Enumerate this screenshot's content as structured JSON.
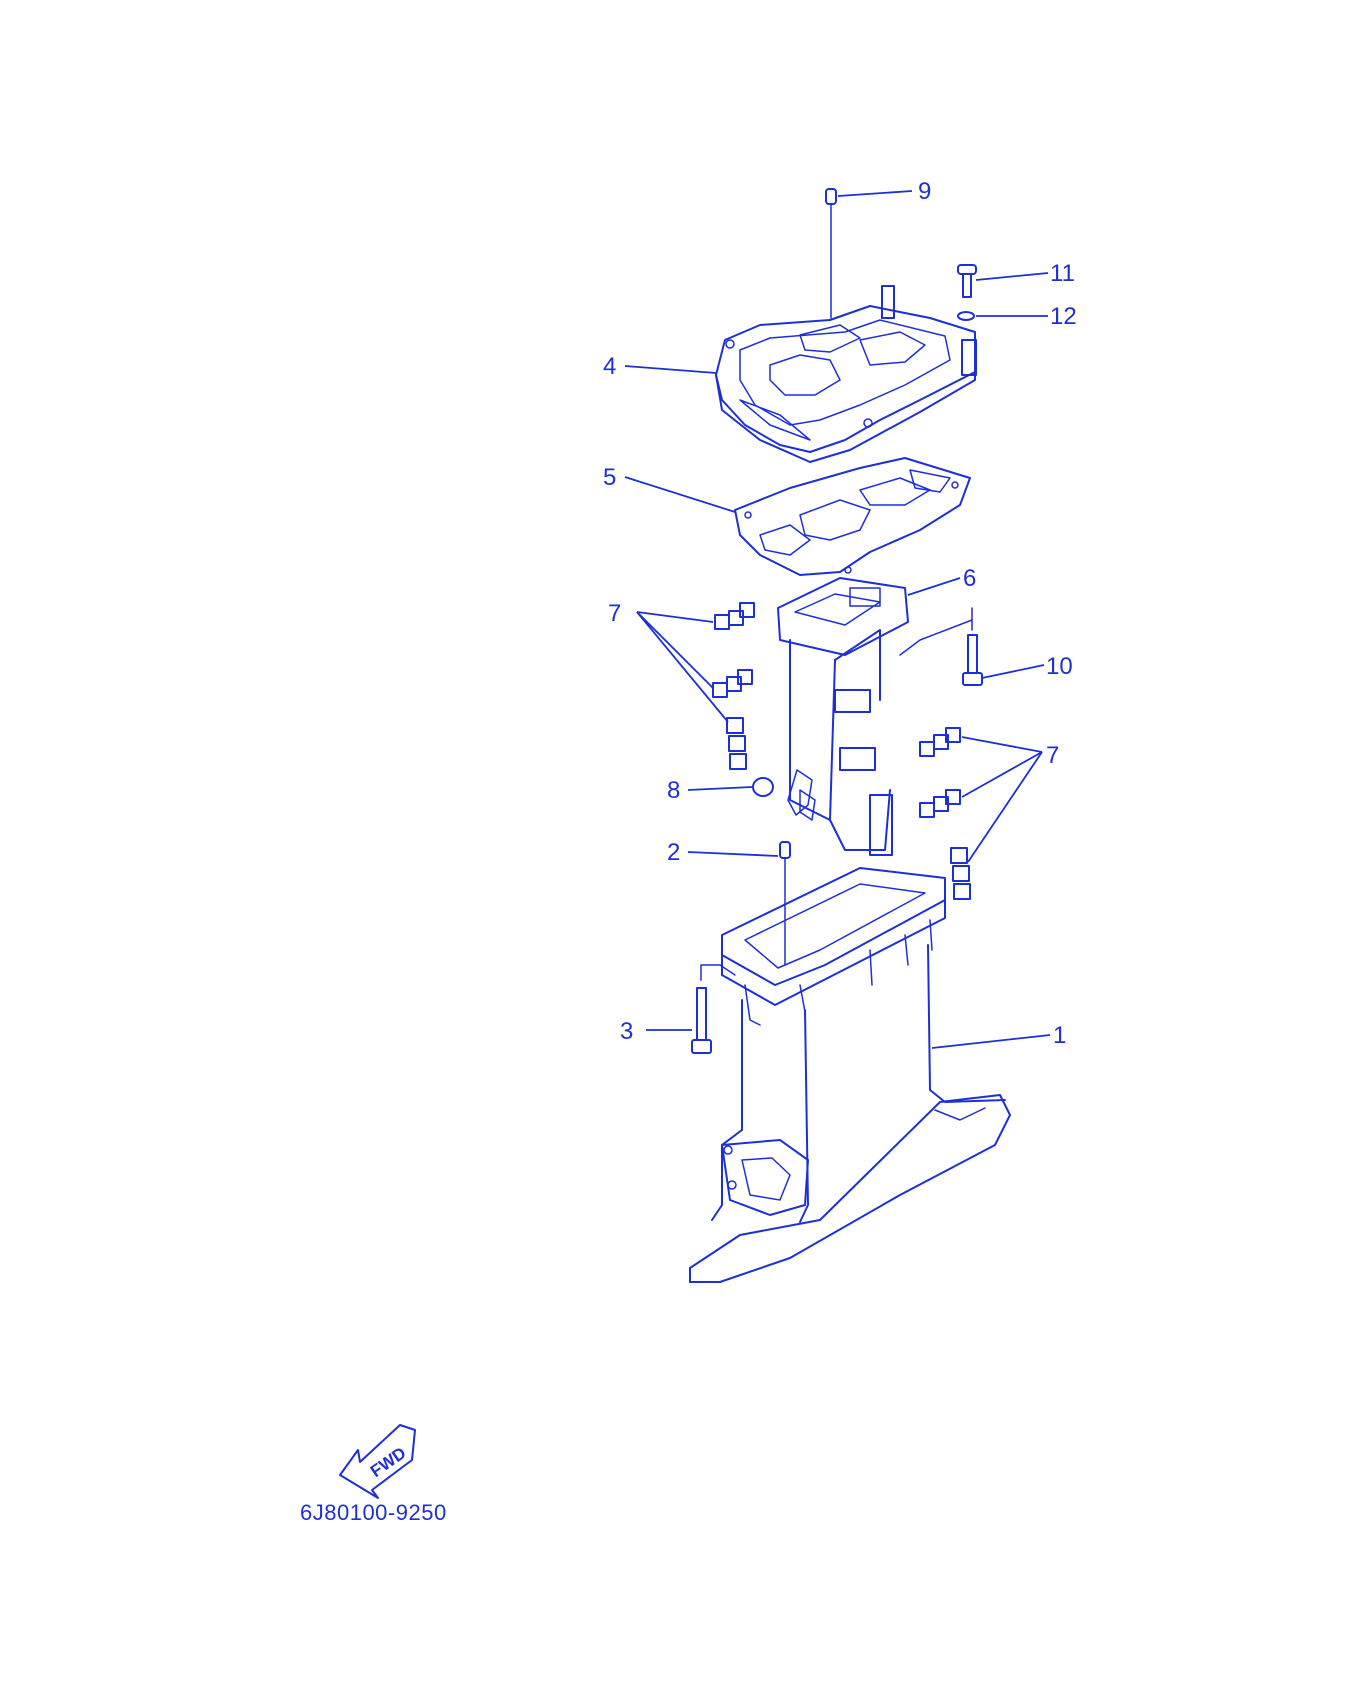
{
  "callouts": {
    "c1": "1",
    "c2": "2",
    "c3": "3",
    "c4": "4",
    "c5": "5",
    "c6": "6",
    "c7a": "7",
    "c7b": "7",
    "c8": "8",
    "c9": "9",
    "c10": "10",
    "c11": "11",
    "c12": "12"
  },
  "fwd_badge": "FWD",
  "drawing_code": "6J80100-9250",
  "colors": {
    "ink": "#1f2fd6",
    "background": "#ffffff"
  }
}
